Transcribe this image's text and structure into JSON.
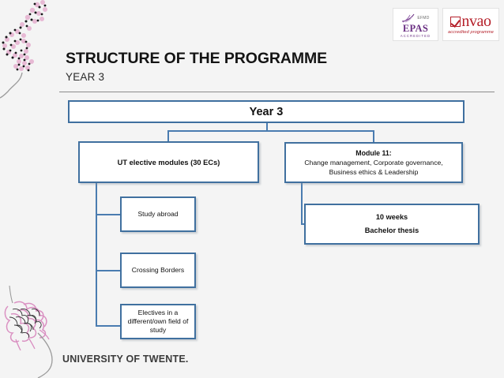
{
  "slide": {
    "header": {
      "title": "STRUCTURE OF THE PROGRAMME",
      "subtitle": "YEAR 3"
    },
    "footer": {
      "wordmark": "UNIVERSITY OF TWENTE."
    },
    "logos": [
      {
        "name": "epas-logo",
        "mark_label": "EFMD",
        "title": "EPAS",
        "subtitle": "ACCREDITED",
        "color": "#6a2f83"
      },
      {
        "name": "nvao-logo",
        "title": "nvao",
        "subtitle": "accredited programme",
        "color": "#b5202a"
      }
    ]
  },
  "diagram": {
    "accent_color": "#40709f",
    "root": {
      "label": "Year 3"
    },
    "branches": [
      {
        "label": "UT elective modules (30 ECs)",
        "children": [
          {
            "label": "Study abroad"
          },
          {
            "label": "Crossing Borders"
          },
          {
            "label": "Electives in a different/own field of study"
          }
        ]
      },
      {
        "title": "Module 11:",
        "detail_line_1": "Change management, Corporate governance,",
        "detail_line_2": "Business ethics & Leadership",
        "children": [
          {
            "line_1": "10 weeks",
            "line_2": "Bachelor thesis"
          }
        ]
      }
    ]
  }
}
